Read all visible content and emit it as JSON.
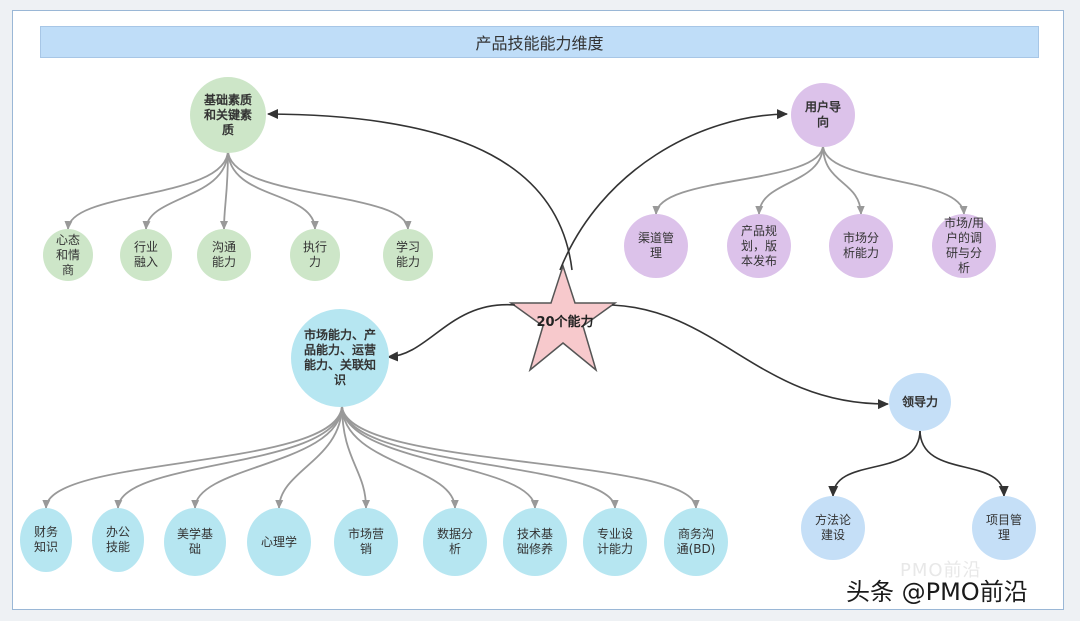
{
  "title": "产品技能能力维度",
  "center": {
    "label": "20个能力"
  },
  "hubs": {
    "basic": "基础素质\n和关键素\n质",
    "user": "用户导\n向",
    "market": "市场能力、产\n品能力、运营\n能力、关联知\n识",
    "lead": "领导力"
  },
  "basic_children": [
    "心态\n和情\n商",
    "行业\n融入",
    "沟通\n能力",
    "执行\n力",
    "学习\n能力"
  ],
  "user_children": [
    "渠道管\n理",
    "产品规\n划，版\n本发布",
    "市场分\n析能力",
    "市场/用\n户的调\n研与分\n析"
  ],
  "market_children": [
    "财务\n知识",
    "办公\n技能",
    "美学基\n础",
    "心理学",
    "市场营\n销",
    "数据分\n析",
    "技术基\n础修养",
    "专业设\n计能力",
    "商务沟\n通(BD)"
  ],
  "lead_children": [
    "方法论\n建设",
    "项目管\n理"
  ],
  "watermark": {
    "faint": "PMO前沿",
    "main": "头条 @PMO前沿"
  },
  "colors": {
    "green": "#cde6c8",
    "purple": "#dcc2ea",
    "cyan": "#b6e6f1",
    "blue": "#c5dff7",
    "star": "#f7c9cc",
    "edge_gray": "#999999",
    "edge_dark": "#333333"
  }
}
